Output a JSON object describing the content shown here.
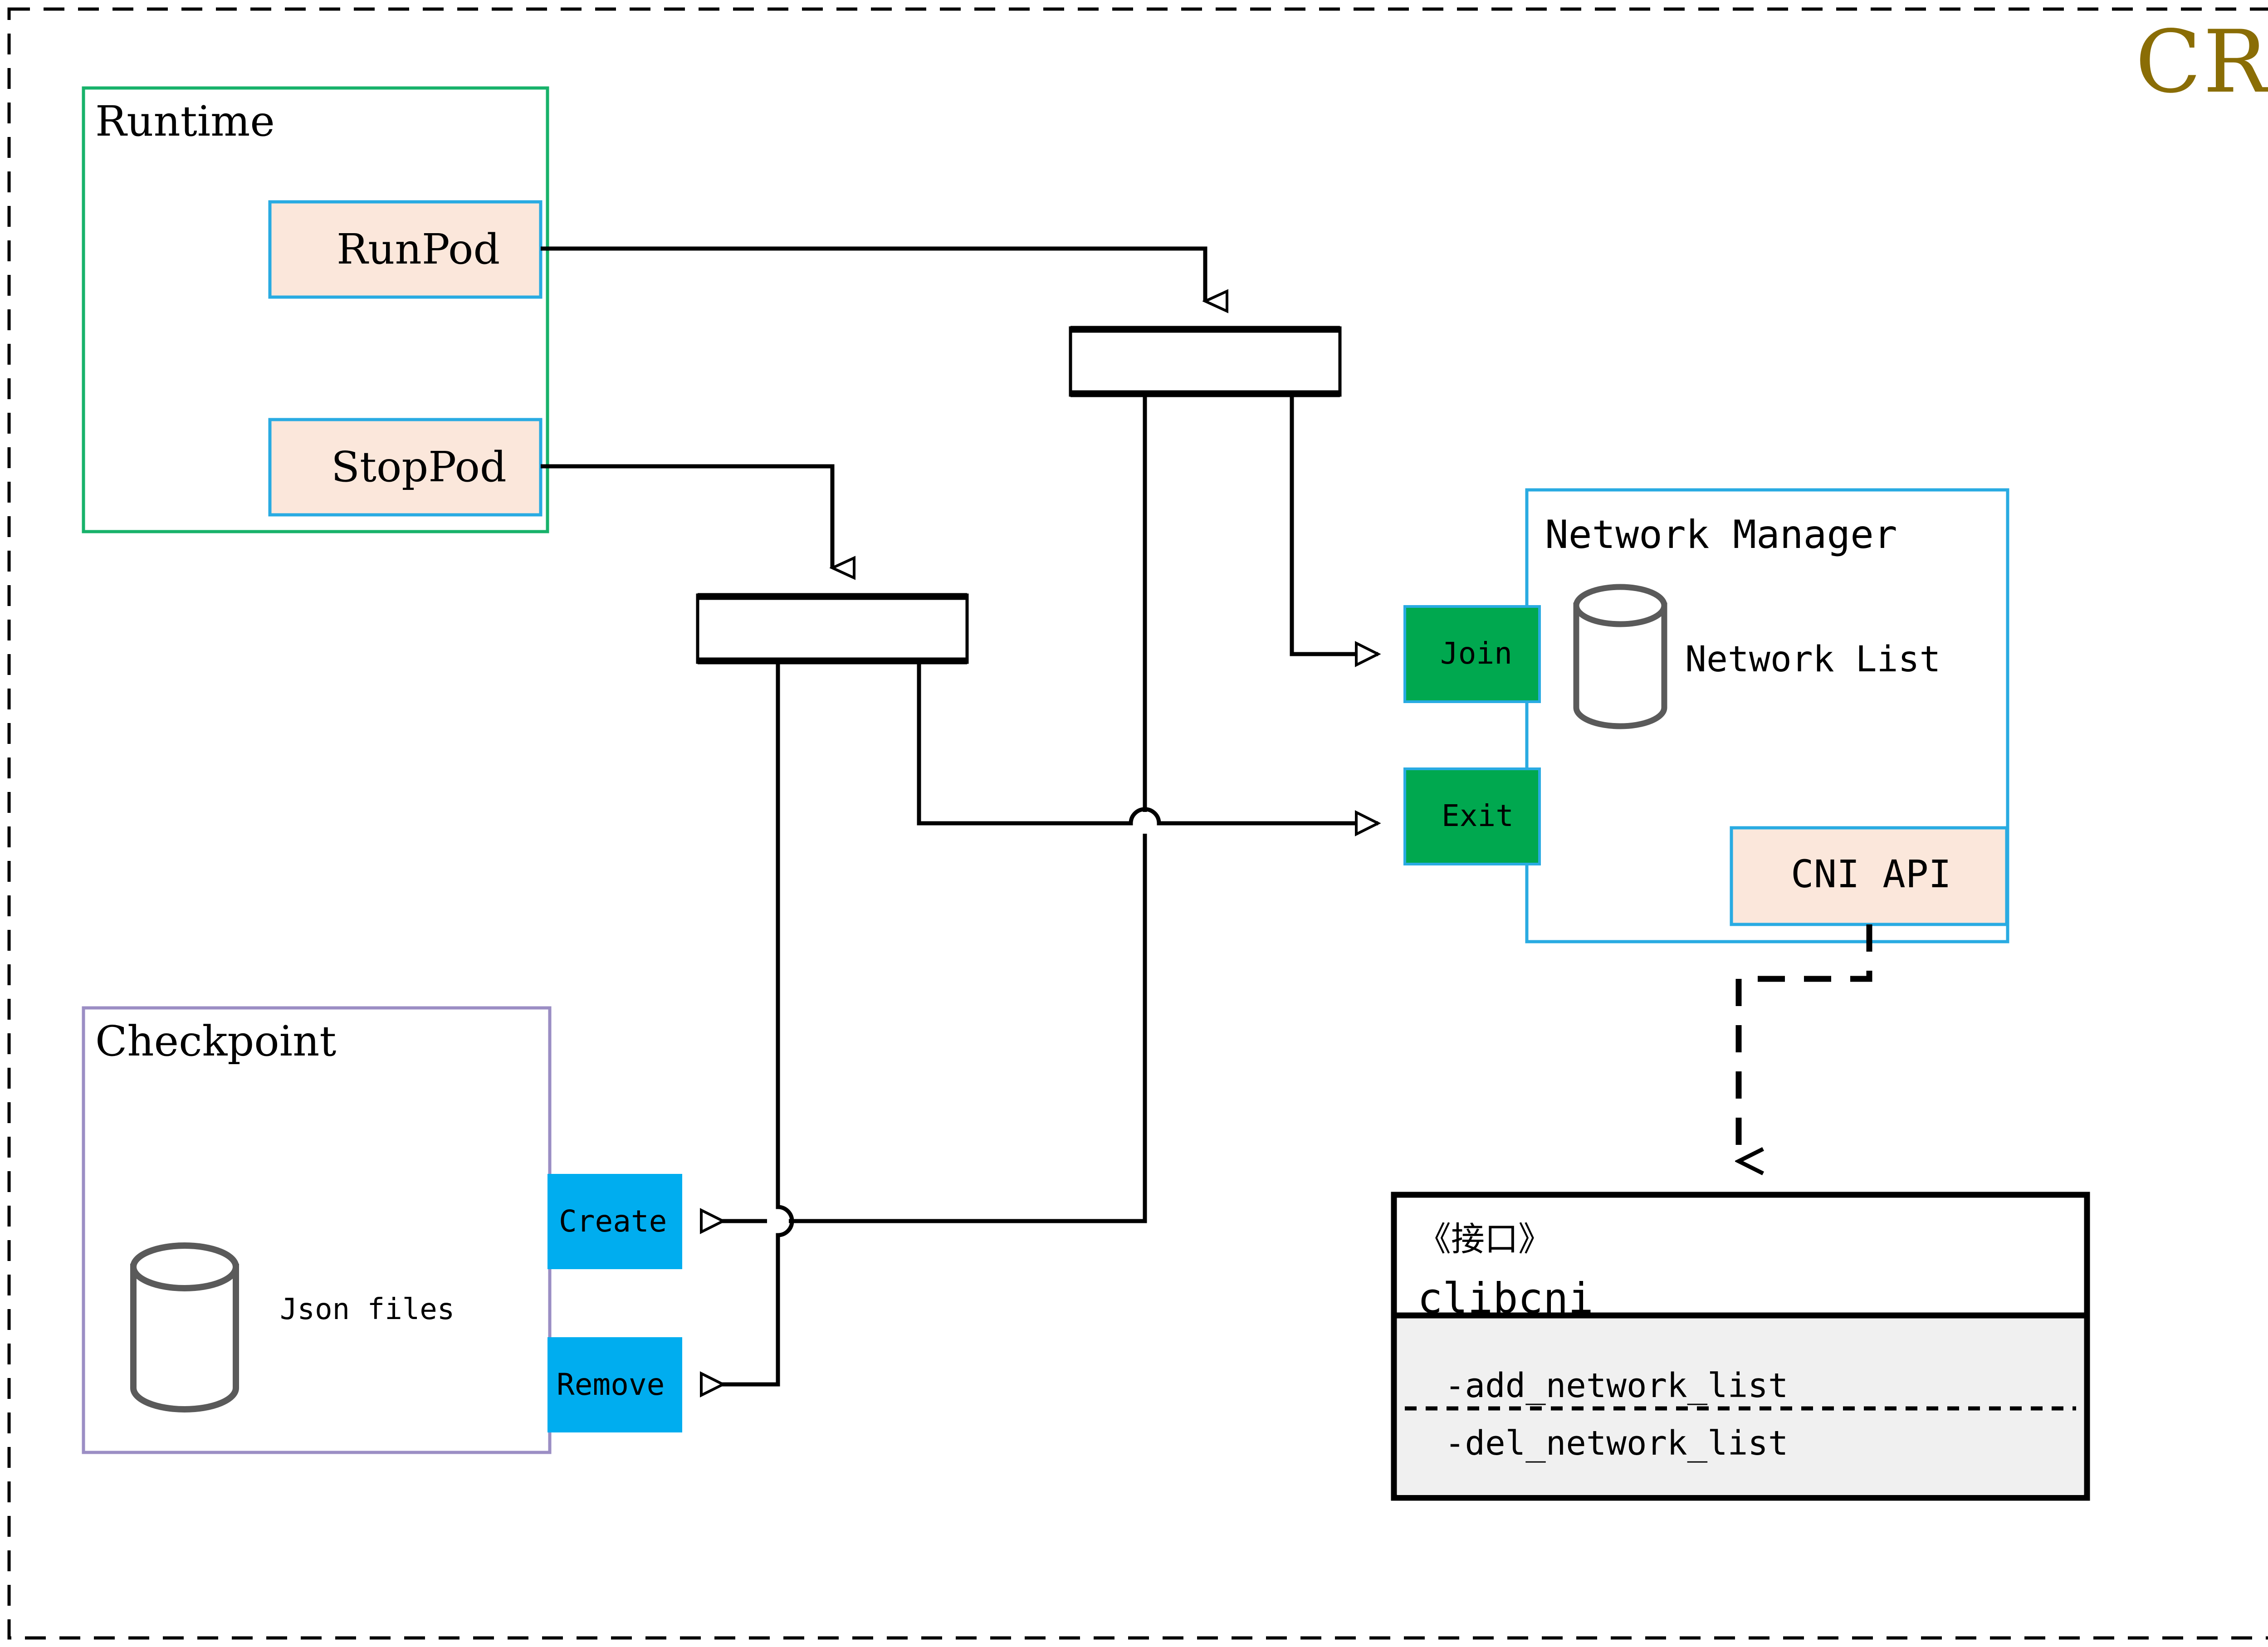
{
  "diagram": {
    "title": "CRI",
    "title_color": "#8a6d05",
    "outer_border": "dashed-black"
  },
  "runtime": {
    "label": "Runtime",
    "border_color": "#17b26a",
    "operations": [
      {
        "label": "RunPod",
        "fill": "#fbe7db",
        "border": "#29abe2"
      },
      {
        "label": "StopPod",
        "fill": "#fbe7db",
        "border": "#29abe2"
      }
    ]
  },
  "checkpoint": {
    "label": "Checkpoint",
    "border_color": "#9b8ec4",
    "store": {
      "label": "Json files",
      "shape": "cylinder",
      "stroke": "#5a5a5a"
    },
    "operations": [
      {
        "label": "Create",
        "fill": "#00adef"
      },
      {
        "label": "Remove",
        "fill": "#00adef"
      }
    ]
  },
  "network_manager": {
    "label": "Network Manager",
    "border_color": "#29abe2",
    "store": {
      "label": "Network List",
      "shape": "cylinder",
      "stroke": "#5a5a5a"
    },
    "operations": [
      {
        "label": "Join",
        "fill": "#00a84f"
      },
      {
        "label": "Exit",
        "fill": "#00a84f"
      }
    ],
    "api": {
      "label": "CNI API",
      "fill": "#fbe7db",
      "border": "#29abe2"
    }
  },
  "interface": {
    "stereotype": "《接口》",
    "name": "clibcni",
    "methods": [
      "-add_network_list",
      "-del_network_list"
    ],
    "compartment_fill": "#f0f0f0",
    "border": "#000000"
  },
  "junctions": [
    {
      "name": "runpod-fork"
    },
    {
      "name": "stoppod-fork"
    }
  ],
  "connectors": [
    {
      "from": "RunPod",
      "to": "runpod-fork",
      "style": "solid",
      "arrow": "hollow-triangle"
    },
    {
      "from": "StopPod",
      "to": "stoppod-fork",
      "style": "solid",
      "arrow": "hollow-triangle"
    },
    {
      "from": "runpod-fork",
      "to": "Join",
      "style": "solid",
      "arrow": "hollow-triangle"
    },
    {
      "from": "runpod-fork",
      "to": "Create",
      "style": "solid",
      "arrow": "hollow-triangle"
    },
    {
      "from": "stoppod-fork",
      "to": "Exit",
      "style": "solid",
      "arrow": "hollow-triangle"
    },
    {
      "from": "stoppod-fork",
      "to": "Remove",
      "style": "solid",
      "arrow": "hollow-triangle"
    },
    {
      "from": "CNI API",
      "to": "clibcni",
      "style": "dashed",
      "arrow": "open-v"
    }
  ]
}
